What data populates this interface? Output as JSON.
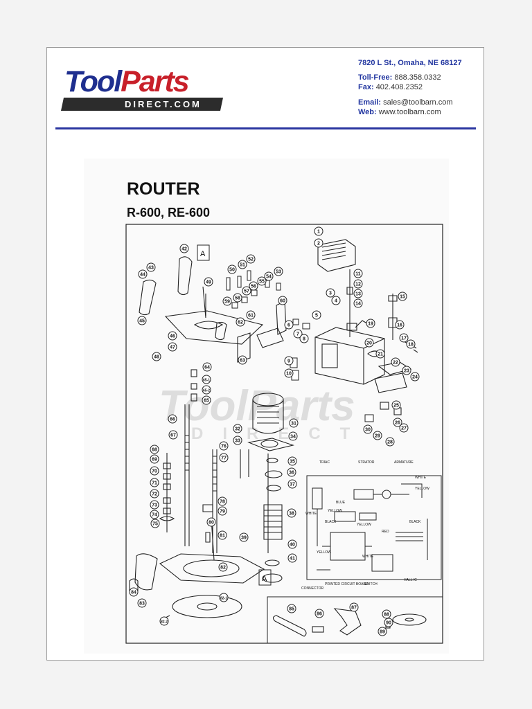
{
  "header": {
    "logo": {
      "tool": "Tool",
      "parts": "Parts",
      "direct": "DIRECT.COM"
    },
    "address": "7820 L St., Omaha, NE 68127",
    "tollfree_label": "Toll-Free:",
    "tollfree": "888.358.0332",
    "fax_label": "Fax:",
    "fax": "402.408.2352",
    "email_label": "Email:",
    "email": "sales@toolbarn.com",
    "web_label": "Web:",
    "web": "www.toolbarn.com",
    "accent_color": "#2a35a0",
    "brand_red": "#c8202a"
  },
  "diagram": {
    "title": "ROUTER",
    "models": "R-600, RE-600",
    "watermark_top": "ToolParts",
    "watermark_bottom": "DIRECT",
    "section_marker": "A",
    "wiring_labels": {
      "triac": "TRIAC",
      "strator": "STRATOR",
      "armature": "ARMATURE",
      "white1": "WHITE",
      "yellow1": "YELLOW",
      "blue": "BLUE",
      "yellow2": "YELLOW",
      "white2": "WHITE",
      "black1": "BLACK",
      "yellow3": "YELLOW",
      "black2": "BLACK",
      "red": "RED",
      "yellow4": "YELLOW",
      "white3": "WHITE",
      "connector": "CONNECTOR",
      "pcb": "PRINTED CIRCUIT BOARD",
      "switch": "SWITCH",
      "hall_ic": "HALL IC"
    },
    "callouts": [
      "1",
      "2",
      "3",
      "4",
      "5",
      "6",
      "7",
      "8",
      "9",
      "10",
      "11",
      "12",
      "13",
      "14",
      "15",
      "16",
      "17",
      "18",
      "19",
      "20",
      "21",
      "22",
      "23",
      "24",
      "25",
      "26",
      "27",
      "28",
      "29",
      "30",
      "31",
      "32",
      "33",
      "34",
      "35",
      "36",
      "37",
      "38",
      "39",
      "40",
      "41",
      "42",
      "43",
      "44",
      "45",
      "46",
      "47",
      "48",
      "49",
      "50",
      "51",
      "52",
      "53",
      "54",
      "55",
      "56",
      "57",
      "58",
      "59",
      "60",
      "61",
      "62",
      "63",
      "64",
      "65",
      "65-1",
      "65-2",
      "66",
      "67",
      "68",
      "69",
      "70",
      "71",
      "72",
      "73",
      "74",
      "75",
      "76",
      "77",
      "78",
      "79",
      "80",
      "81",
      "82",
      "82-1",
      "82-2",
      "83",
      "84",
      "85",
      "86",
      "87",
      "88",
      "89",
      "90"
    ]
  }
}
